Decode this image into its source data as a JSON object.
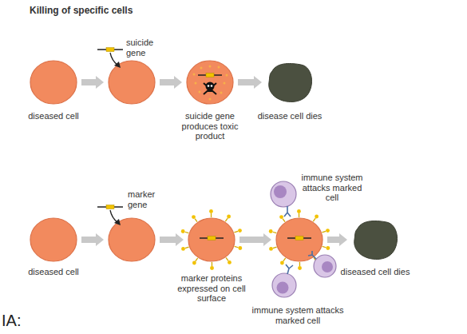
{
  "diagram": {
    "title": "Killing of specific cells",
    "nodes": [
      {
        "text": [
          "diseased cell"
        ]
      },
      {
        "text": [
          "suicide gene"
        ]
      },
      {
        "text": [
          "suicide gene produces toxic product"
        ]
      },
      {
        "text": [
          "disease cell dies"
        ]
      },
      {
        "text": [
          "diseased cell"
        ]
      },
      {
        "text": [
          "marker gene"
        ]
      },
      {
        "text": [
          "marker proteins expressed on cell surface"
        ]
      },
      {
        "text": [
          "immune system attacks marked cell",
          "immune system attacks marked cell"
        ]
      },
      {
        "text": [
          "diseased cell dies"
        ]
      }
    ],
    "edges": [
      {
        "from": 0,
        "to": 1,
        "arrow": "to"
      },
      {
        "from": 1,
        "to": 2,
        "arrow": "to"
      },
      {
        "from": 2,
        "to": 3,
        "arrow": "to"
      },
      {
        "from": 4,
        "to": 5,
        "arrow": "to"
      },
      {
        "from": 5,
        "to": 6,
        "arrow": "to"
      },
      {
        "from": 6,
        "to": 7,
        "arrow": "to"
      },
      {
        "from": 7,
        "to": 8,
        "arrow": "to"
      }
    ],
    "labels": [
      "IA:"
    ]
  }
}
